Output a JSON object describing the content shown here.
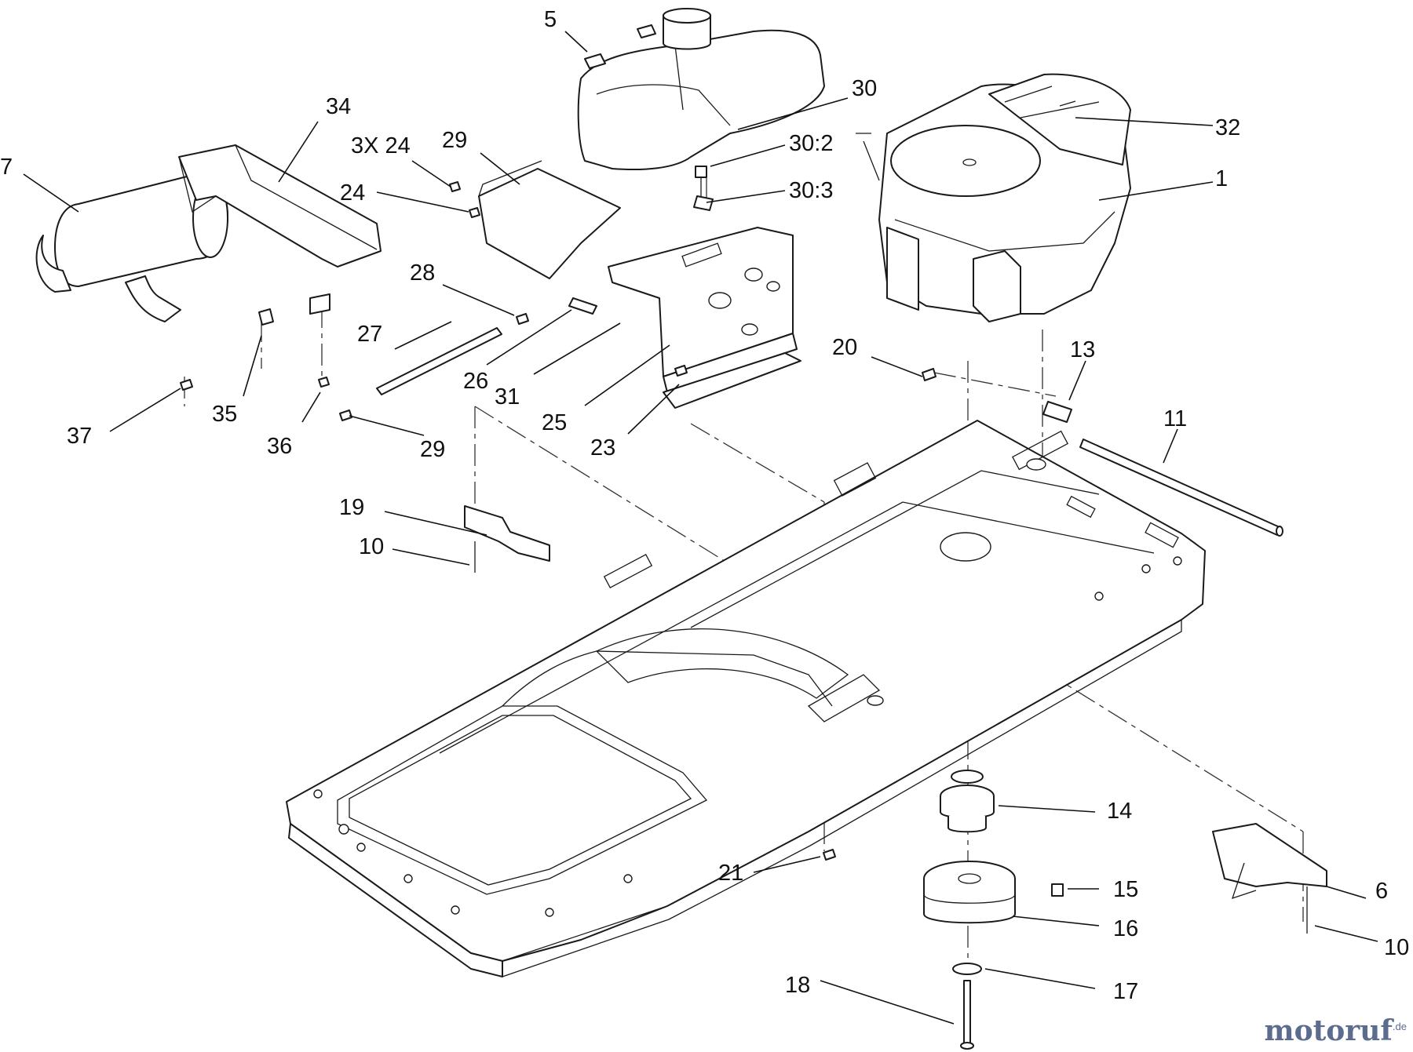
{
  "watermark": {
    "brand": "motoruf",
    "suffix": ".de"
  },
  "callouts": [
    "1",
    "5",
    "6",
    "7",
    "10",
    "10",
    "11",
    "13",
    "14",
    "15",
    "16",
    "17",
    "18",
    "19",
    "20",
    "21",
    "23",
    "24",
    "3X 24",
    "25",
    "26",
    "27",
    "28",
    "29",
    "29",
    "30",
    "30:2",
    "30:3",
    "31",
    "32",
    "34",
    "35",
    "36",
    "37"
  ]
}
